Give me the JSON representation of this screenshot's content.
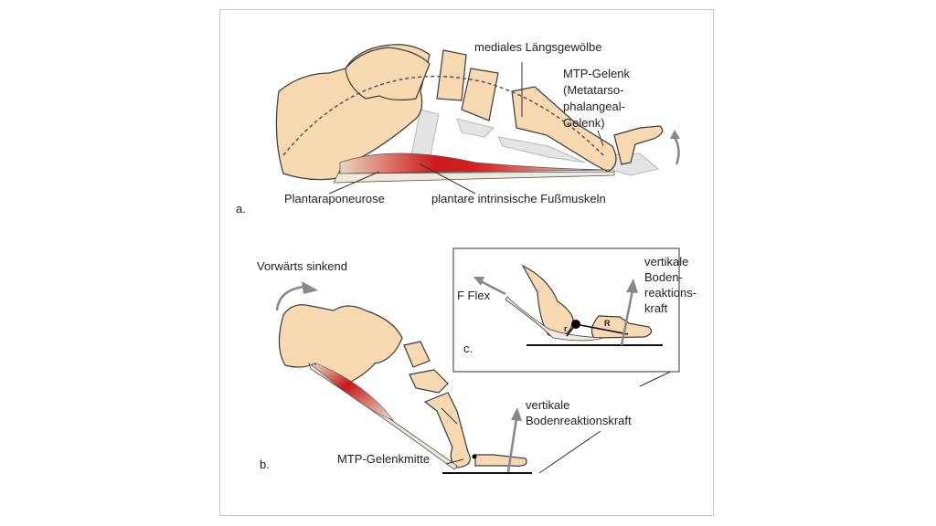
{
  "panel_a": {
    "letter": "a.",
    "label_arch": "mediales Längsgewölbe",
    "label_mtp": [
      "MTP-Gelenk",
      "(Metatarso-",
      "phalangeal-",
      "Gelenk)"
    ],
    "label_aponeurosis": "Plantaraponeurose",
    "label_muscles": "plantare intrinsische Fußmuskeln"
  },
  "panel_b": {
    "letter": "b.",
    "label_rotation": "Vorwärts sinkend",
    "label_mtp_center": "MTP-Gelenkmitte",
    "label_grf": [
      "vertikale",
      "Bodenreaktionskraft"
    ]
  },
  "panel_c": {
    "letter": "c.",
    "label_fflex": "F Flex",
    "label_r_small": "r",
    "label_r_large": "R",
    "label_grf": [
      "vertikale",
      "Boden-",
      "reaktions-",
      "kraft"
    ]
  },
  "colors": {
    "bone": "#f6d9b0",
    "muscle": "#cc1a1a",
    "arrow": "#888888"
  }
}
